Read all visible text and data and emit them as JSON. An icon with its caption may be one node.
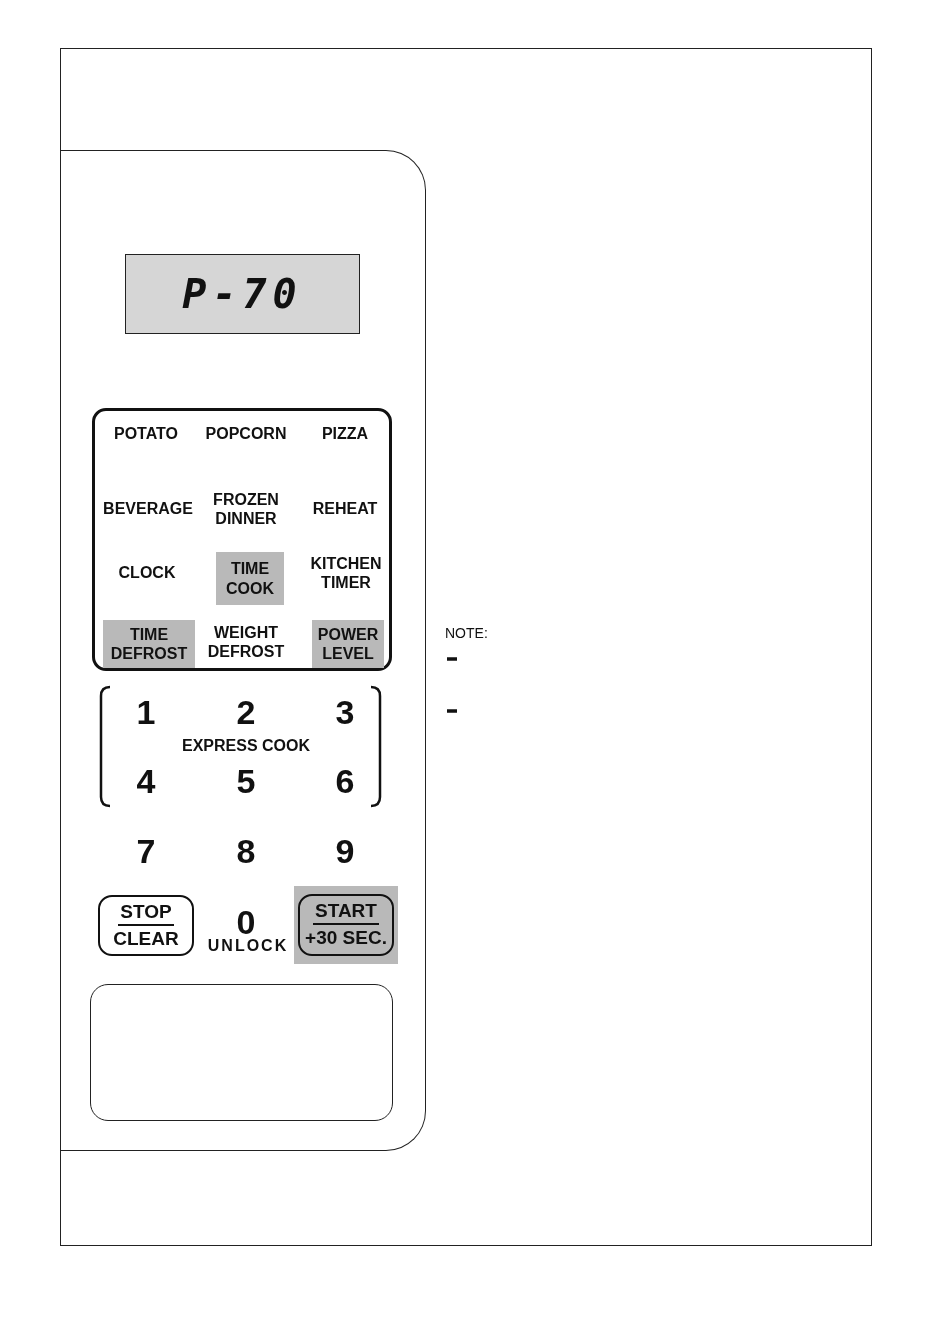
{
  "diagram": {
    "nodes": [
      {
        "text": [],
        "shape": "box"
      },
      {
        "text": [
          "P-70"
        ],
        "in": 0
      },
      {
        "text": [],
        "shape": "box",
        "in": 0
      },
      {
        "text": [
          "TIME COOK"
        ],
        "in": 2
      },
      {
        "text": [
          "TIME DEFROST"
        ],
        "in": 2
      },
      {
        "text": [
          "POWER LEVEL"
        ],
        "in": 2
      },
      {
        "text": [
          "STOP",
          "CLEAR"
        ],
        "in": 0
      },
      {
        "text": [],
        "shape": "box",
        "in": 0
      },
      {
        "text": [
          "START",
          "+30 SEC."
        ],
        "in": 7
      },
      {
        "text": [],
        "shape": "box",
        "in": 0
      }
    ],
    "edges": [],
    "labels": [
      "POTATO",
      "POPCORN",
      "PIZZA",
      "BEVERAGE",
      "FROZEN DINNER",
      "REHEAT",
      "CLOCK",
      "KITCHEN TIMER",
      "WEIGHT DEFROST",
      "1",
      "2",
      "3",
      "EXPRESS COOK",
      "4",
      "5",
      "6",
      "7",
      "8",
      "9",
      "0",
      "UNLOCK",
      "NOTE:"
    ]
  }
}
